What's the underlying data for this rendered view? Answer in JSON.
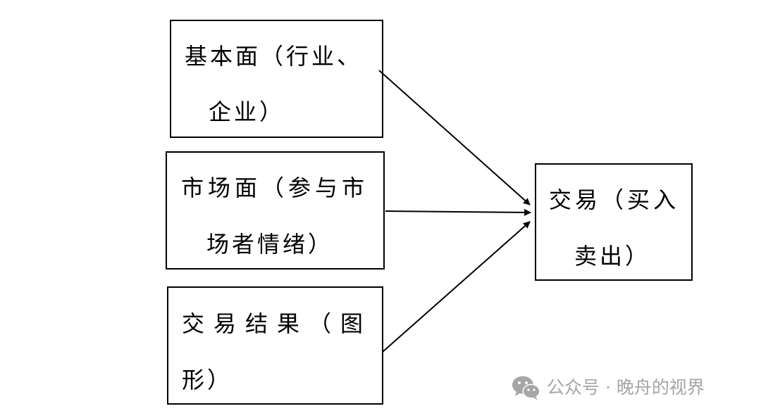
{
  "nodes": {
    "fundamentals": {
      "line1": "基本面（行业、",
      "line2": "企业）"
    },
    "market": {
      "line1": "市场面（参与市",
      "line2": "场者情绪）"
    },
    "results": {
      "line1": "交易结果（图",
      "line2": "形）"
    },
    "trade": {
      "line1": "交易（买入",
      "line2": "卖出）"
    }
  },
  "edges": [
    {
      "from": "fundamentals",
      "to": "trade"
    },
    {
      "from": "market",
      "to": "trade"
    },
    {
      "from": "results",
      "to": "trade"
    }
  ],
  "watermark": {
    "icon": "wechat-icon",
    "text": "公众号 · 晚舟的视界"
  },
  "colors": {
    "line": "#000000",
    "watermark": "#a6a6a6"
  }
}
